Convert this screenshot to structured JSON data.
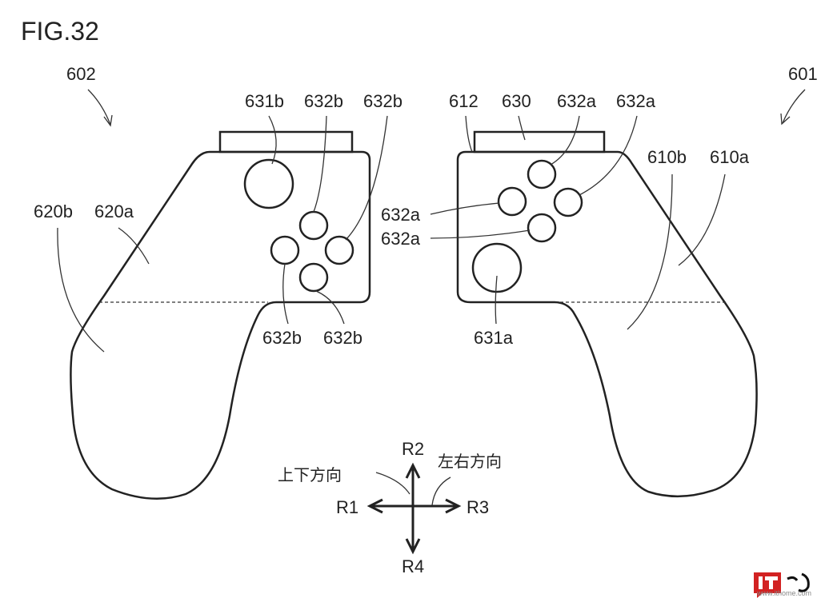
{
  "figure_title": "FIG.32",
  "controllers": {
    "left": {
      "ref": "602",
      "labels": {
        "stick": "631b",
        "btn_top": "632b",
        "btn_right": "632b",
        "btn_left": "632b",
        "btn_bottom": "632b",
        "grip_outer": "620b",
        "grip_inner": "620a"
      }
    },
    "right": {
      "ref": "601",
      "labels": {
        "side": "612",
        "top": "630",
        "btn_top": "632a",
        "btn_right": "632a",
        "btn_left": "632a",
        "btn_bottom": "632a",
        "stick": "631a",
        "grip_outer": "610b",
        "grip_inner": "610a"
      }
    }
  },
  "axes": {
    "up": "R2",
    "left": "R1",
    "right": "R3",
    "down": "R4",
    "vertical_label": "上下方向",
    "horizontal_label": "左右方向"
  },
  "watermark": {
    "logo_text": "IT之家",
    "url": "www.ithome.com",
    "brand_color": "#d22222"
  }
}
